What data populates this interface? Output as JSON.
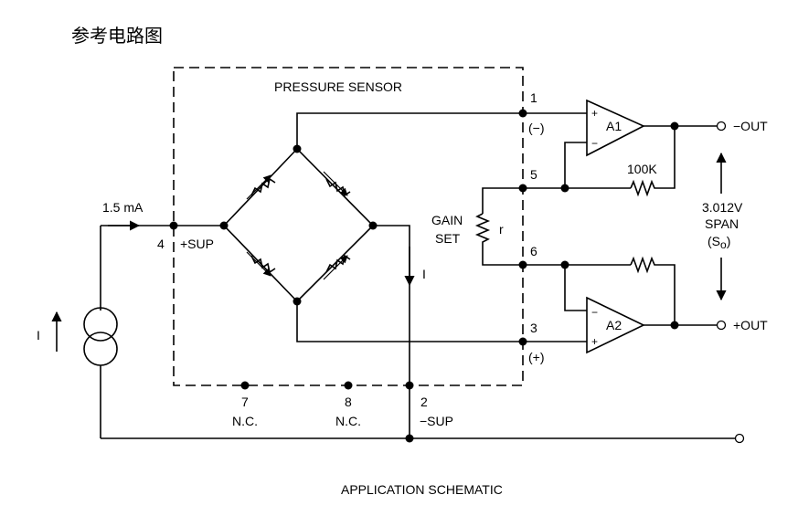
{
  "title": "参考电路图",
  "box_label": "PRESSURE SENSOR",
  "current_label": "1.5  mA",
  "current_symbol": "I",
  "bridge_current_symbol": "I",
  "pins": {
    "p1": "1",
    "p1_sign": "(−)",
    "p5": "5",
    "p6": "6",
    "p3": "3",
    "p3_sign": "(+)",
    "p4": "4",
    "p4_name": "+SUP",
    "p7": "7",
    "p7_name": "N.C.",
    "p8": "8",
    "p8_name": "N.C.",
    "p2": "2",
    "p2_name": "−SUP"
  },
  "gain_set": {
    "line1": "GAIN",
    "line2": "SET",
    "resistor": "r"
  },
  "amps": {
    "a1": "A1",
    "a2": "A2",
    "plus": "+",
    "minus": "−"
  },
  "feedback_resistor": "100K",
  "outputs": {
    "neg": "−OUT",
    "pos": "+OUT"
  },
  "span": {
    "line1": "3.012V",
    "line2": "SPAN",
    "line3_main": "(S",
    "line3_sub": "o",
    "line3_close": ")"
  },
  "caption": "APPLICATION  SCHEMATIC"
}
